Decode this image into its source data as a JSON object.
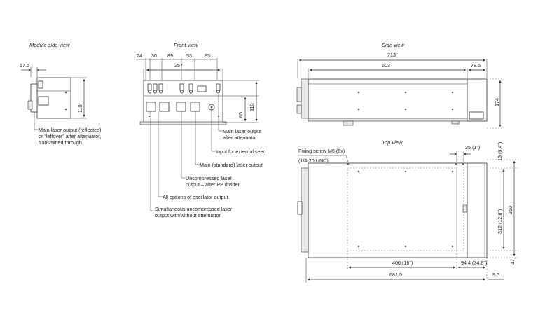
{
  "titles": {
    "module_side": "Module side view",
    "front": "Front view",
    "side": "Side view",
    "top": "Top view"
  },
  "module_side": {
    "dim_top": "17.5",
    "dim_height": "110",
    "note": [
      "Main laser output (reflected)",
      "or “leftover” after attenuator,",
      "transmitted through"
    ]
  },
  "front": {
    "dims_top": [
      "24",
      "30",
      "89",
      "53",
      "85"
    ],
    "dim_total": "257",
    "dim_height_inner": "65",
    "dim_height": "110",
    "callouts": [
      [
        "Main laser output",
        "after attenuator"
      ],
      [
        "Input for external seed"
      ],
      [
        "Main (standard) laser output"
      ],
      [
        "Uncompressed laser",
        "output – after PP divider"
      ],
      [
        "All options of oscillator output"
      ],
      [
        "Simultaneous uncompressed laser",
        "output with/without attenuator"
      ]
    ]
  },
  "side": {
    "dim_total": "713",
    "dim_main": "603",
    "dim_right": "78.5",
    "dim_height": "174"
  },
  "top": {
    "screw_note": [
      "Fixing screw M6 (6x)",
      "(1/4-20 UNC)"
    ],
    "dim_25": "25 (1\")",
    "dim_13": "13 (0.4\")",
    "dim_312": "312 (12.6\")",
    "dim_350": "350",
    "dim_17": "17",
    "dim_400": "400 (16\")",
    "dim_944": "94.4 (34.8\")",
    "dim_6815": "681.5",
    "dim_95": "9.5"
  }
}
